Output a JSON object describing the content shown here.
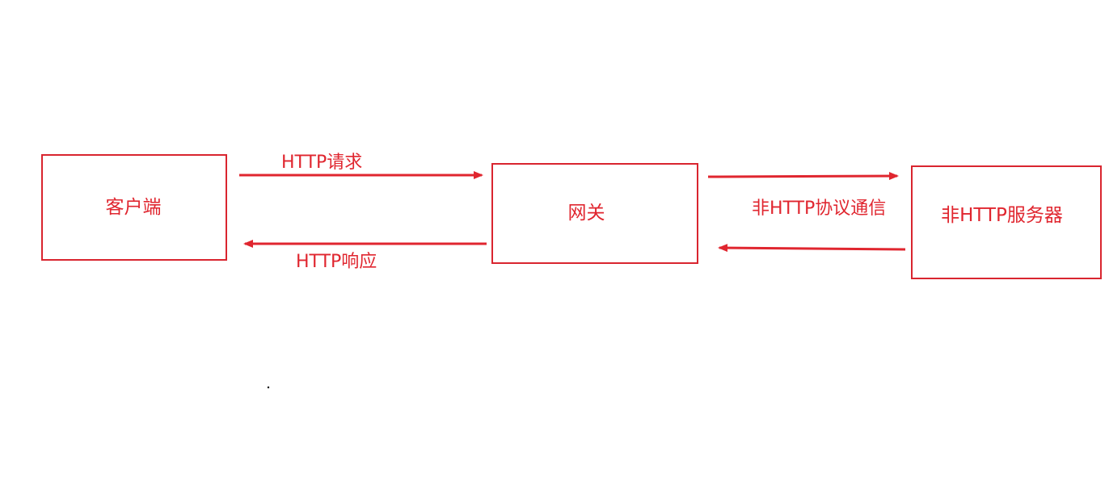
{
  "colors": {
    "accent": "#e0262f",
    "border": "#d9252f"
  },
  "nodes": {
    "client": {
      "label": "客户端"
    },
    "gateway": {
      "label": "网关"
    },
    "server": {
      "label": "非HTTP服务器"
    }
  },
  "edges": {
    "http_request": {
      "label": "HTTP请求"
    },
    "http_response": {
      "label": "HTTP响应"
    },
    "non_http_comm": {
      "label": "非HTTP协议通信"
    }
  }
}
